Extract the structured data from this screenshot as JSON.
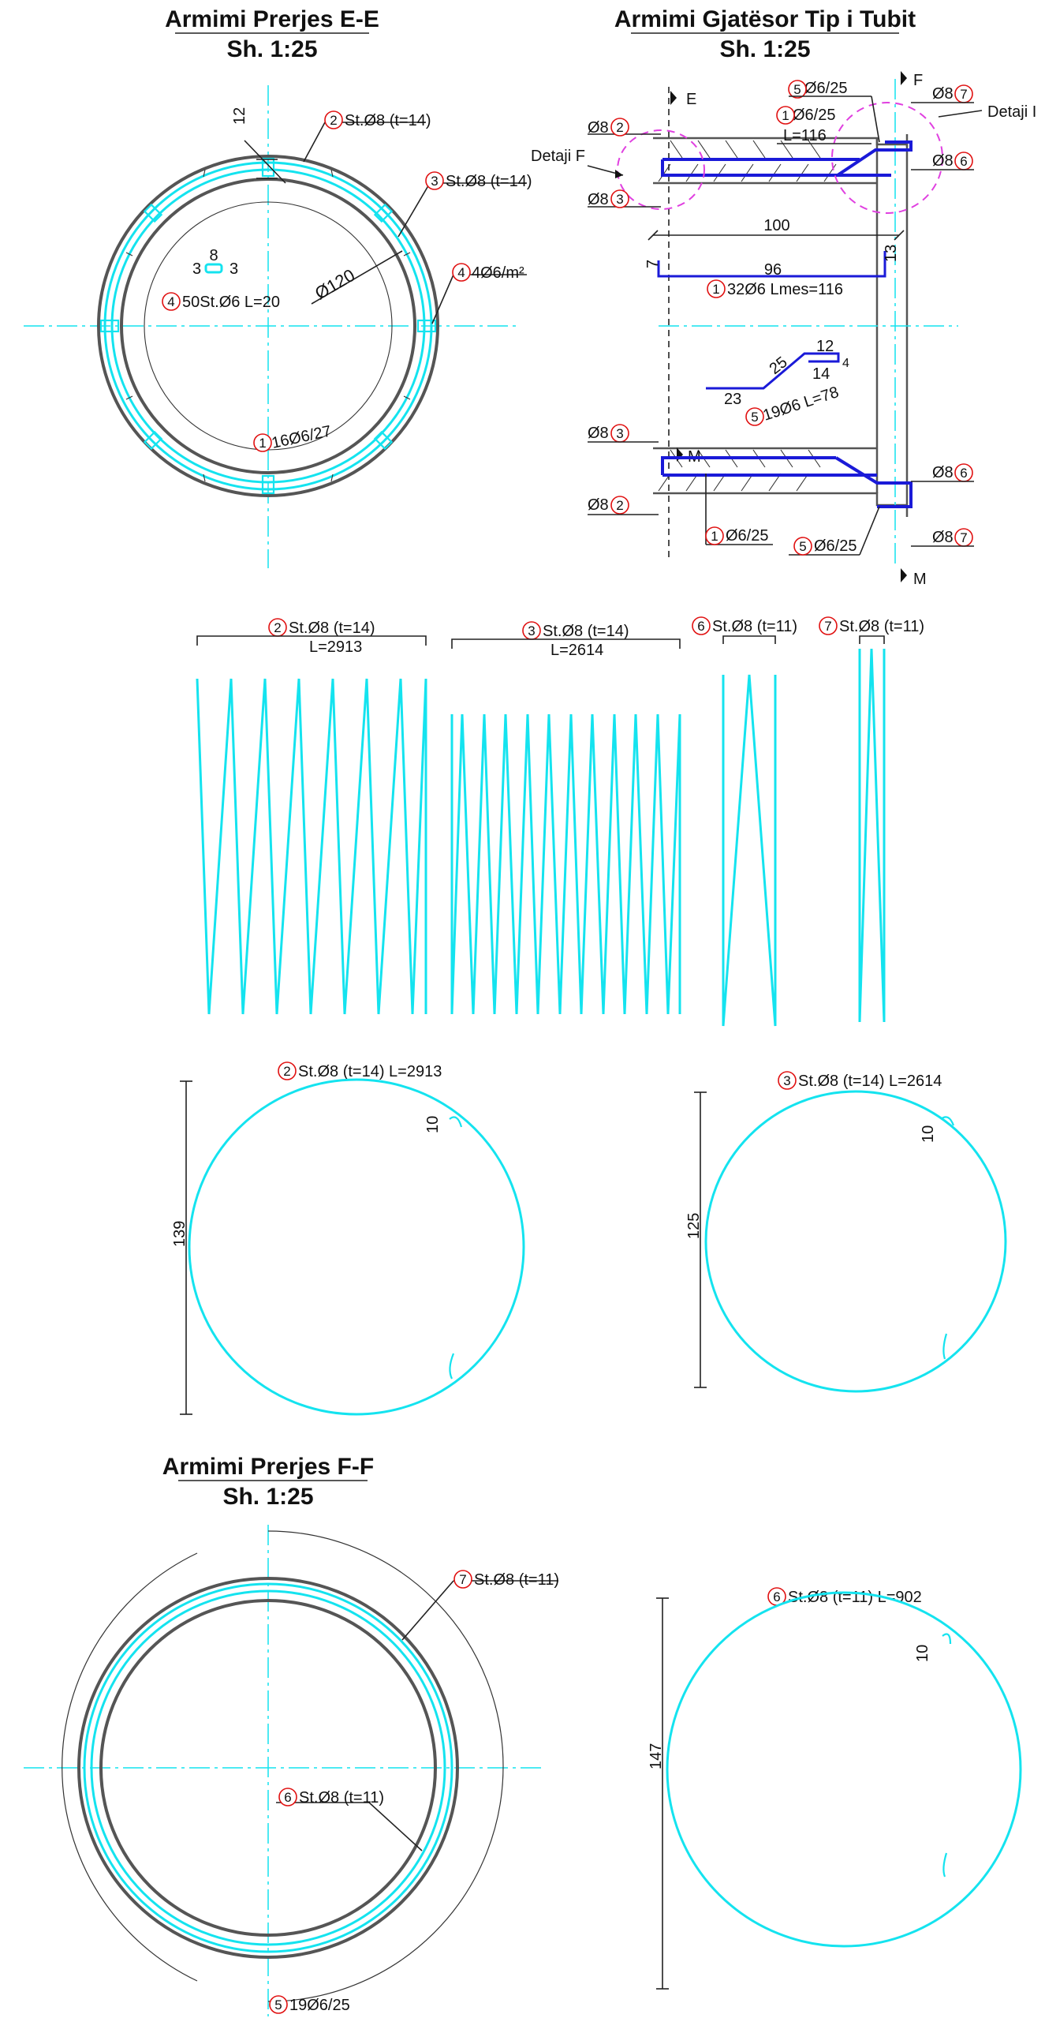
{
  "titles": {
    "section_ee": "Armimi Prerjes E-E",
    "section_ee_scale": "Sh. 1:25",
    "longitudinal": "Armimi Gjatësor Tip i Tubit",
    "longitudinal_scale": "Sh. 1:25",
    "section_ff": "Armimi Prerjes F-F",
    "section_ff_scale": "Sh. 1:25"
  },
  "section_ee": {
    "cover": "12",
    "callout_2": "St.Ø8 (t=14)",
    "callout_3": "St.Ø8 (t=14)",
    "callout_4a": "4Ø6/m²",
    "callout_4b": "50St.Ø6 L=20",
    "callout_1": "16Ø6/27",
    "diameter": "Ø120",
    "spacer_w": "8",
    "spacer_l": "3",
    "spacer_r": "3"
  },
  "longitudinal": {
    "cut_e": "E",
    "cut_f": "F",
    "cut_m_top": "M",
    "cut_m_bot": "M",
    "detail_f": "Detaji F",
    "detail_cut": "Detaji I",
    "top_5": "Ø6/25",
    "top_1": "Ø6/25",
    "top_1_len": "L=116",
    "left_8_2": "Ø8",
    "left_8_3": "Ø8",
    "right_8_7": "Ø8",
    "right_8_6": "Ø8",
    "dim_100": "100",
    "bar1_len": "96",
    "bar1_h_left": "7",
    "bar1_h_right": "13",
    "bar1_callout": "32Ø6 Lmes=116",
    "bar5_a": "23",
    "bar5_b": "25",
    "bar5_c": "14",
    "bar5_d": "12",
    "bar5_e": "4",
    "bar5_callout": "19Ø6 L=78",
    "bot_left_8_3": "Ø8",
    "bot_left_8_2": "Ø8",
    "bot_right_8_6": "Ø8",
    "bot_right_8_7": "Ø8",
    "bot_1": "Ø6/25",
    "bot_5": "Ø6/25"
  },
  "spirals": {
    "s2_title": "St.Ø8 (t=14)",
    "s2_len": "L=2913",
    "s3_title": "St.Ø8 (t=14)",
    "s3_len": "L=2614",
    "s6_title": "St.Ø8 (t=11)",
    "s7_title": "St.Ø8 (t=11)"
  },
  "rings": {
    "r2_title": "St.Ø8 (t=14)  L=2913",
    "r2_dia": "139",
    "r2_hook": "10",
    "r3_title": "St.Ø8 (t=14)  L=2614",
    "r3_dia": "125",
    "r3_hook": "10",
    "r6_title": "St.Ø8 (t=11)  L=902",
    "r6_dia": "147",
    "r6_hook": "10"
  },
  "section_ff": {
    "callout_7": "St.Ø8 (t=11)",
    "callout_6": "St.Ø8 (t=11)",
    "callout_5": "19Ø6/25"
  },
  "markers": [
    "1",
    "2",
    "3",
    "4",
    "5",
    "6",
    "7"
  ],
  "colors": {
    "rebar_cyan": "#14e3ef",
    "rebar_blue": "#1a1ad8",
    "concrete_grey": "#555555",
    "detail_magenta": "#e040e0",
    "marker_red": "#e01010"
  }
}
